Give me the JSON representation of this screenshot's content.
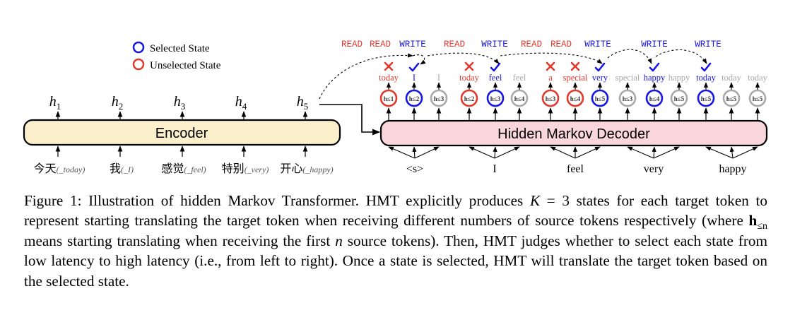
{
  "legend": {
    "selected": "Selected State",
    "unselected": "Unselected State"
  },
  "encoder": {
    "label": "Encoder",
    "hidden_states": [
      "h1",
      "h2",
      "h3",
      "h4",
      "h5"
    ],
    "source_tokens": [
      {
        "zh": "今天",
        "en": "(_today)"
      },
      {
        "zh": "我",
        "en": "(_I)"
      },
      {
        "zh": "感觉",
        "en": "(_feel)"
      },
      {
        "zh": "特别",
        "en": "(_very)"
      },
      {
        "zh": "开心",
        "en": "(_happy)"
      }
    ]
  },
  "decoder": {
    "label": "Hidden Markov Decoder",
    "input_tokens": [
      "<s>",
      "I",
      "feel",
      "very",
      "happy"
    ],
    "actions": [
      "READ",
      "READ",
      "WRITE",
      "READ",
      "WRITE",
      "READ",
      "READ",
      "WRITE",
      "WRITE",
      "WRITE"
    ],
    "states": [
      {
        "word": "today",
        "selected": false,
        "mark": "cross",
        "label": "h≤1"
      },
      {
        "word": "I",
        "selected": true,
        "mark": "check",
        "label": "h≤2"
      },
      {
        "word": "I",
        "selected": null,
        "mark": "",
        "label": "h≤3"
      },
      {
        "word": "today",
        "selected": false,
        "mark": "cross",
        "label": "h≤2"
      },
      {
        "word": "feel",
        "selected": true,
        "mark": "check",
        "label": "h≤3"
      },
      {
        "word": "feel",
        "selected": null,
        "mark": "",
        "label": "h≤4"
      },
      {
        "word": "a",
        "selected": false,
        "mark": "cross",
        "label": "h≤3"
      },
      {
        "word": "special",
        "selected": false,
        "mark": "cross",
        "label": "h≤4"
      },
      {
        "word": "very",
        "selected": true,
        "mark": "check",
        "label": "h≤5"
      },
      {
        "word": "special",
        "selected": null,
        "mark": "",
        "label": "h≤3"
      },
      {
        "word": "happy",
        "selected": true,
        "mark": "check",
        "label": "h≤4"
      },
      {
        "word": "happy",
        "selected": null,
        "mark": "",
        "label": "h≤5"
      },
      {
        "word": "today",
        "selected": true,
        "mark": "check",
        "label": "h≤5"
      },
      {
        "word": "today",
        "selected": null,
        "mark": "",
        "label": "h≤5"
      },
      {
        "word": "today",
        "selected": null,
        "mark": "",
        "label": "h≤5"
      }
    ]
  },
  "colors": {
    "selected": "#1515e6",
    "unselected": "#e2392b",
    "inactive": "#a9a9a9",
    "encoder_fill": "#fbefcc",
    "decoder_fill": "#f8d6dc"
  },
  "caption": {
    "part1": "Figure 1: Illustration of hidden Markov Transformer. HMT explicitly produces ",
    "k_var": "K",
    "k_eq": " = 3",
    "part2": " states for each target token to represent starting translating the target token when receiving different numbers of source tokens respectively (where ",
    "h_sym": "h",
    "h_sub": "≤n",
    "part3": " means starting translating when receiving the first ",
    "n_var": "n",
    "part4": " source tokens). Then, HMT judges whether to select each state from low latency to high latency (i.e., from left to right). Once a state is selected, HMT will translate the target token based on the selected state."
  }
}
